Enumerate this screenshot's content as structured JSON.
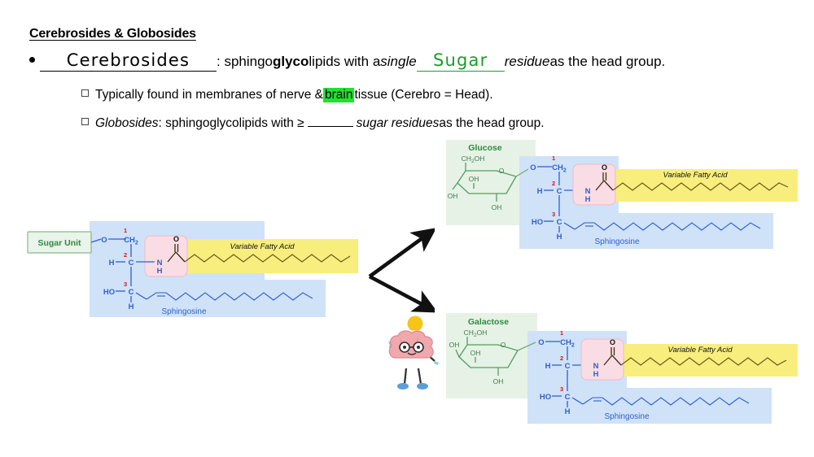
{
  "slide": {
    "title": "Cerebrosides & Globosides",
    "bullet": {
      "blank_answer": "Cerebrosides",
      "text_a": ": sphingo",
      "text_b_bold": "glyco",
      "text_c": "lipids with a ",
      "text_d_italic": "single",
      "blank_answer_2": "Sugar",
      "text_e_italic": "residue",
      "text_f": " as the head group."
    },
    "sub_points": [
      {
        "pre": "Typically found in membranes of nerve & ",
        "highlight": "brain",
        "post": " tissue (Cerebro = Head)."
      },
      {
        "term_italic": "Globosides",
        "mid": ": sphingoglycolipids with ≥ ",
        "blank": "",
        "tail_italic": "sugar residues",
        "tail": " as the head group."
      }
    ]
  },
  "colors": {
    "sugar_panel": "#e6f2e6",
    "sugar_border": "#9ccB9c",
    "sugar_text": "#2f8a3f",
    "backbone_panel": "#cfe2f7",
    "backbone_line": "#2f5fd0",
    "number_red": "#d01a1a",
    "fatty_acid_panel": "#f7ee7d",
    "fatty_acid_line": "#6b5a1e",
    "amide_panel": "#fadde4",
    "amide_border": "#f0b8c8",
    "sphingosine_text": "#2f5fd0",
    "highlight_green": "#22e032",
    "hand_green": "#1a9c2a",
    "arrow": "#111111"
  },
  "diagrams": {
    "left": {
      "name": "cerebroside-generic",
      "sugar_label": "Sugar Unit",
      "backbone": {
        "c1_label": "CH",
        "c1_sub": "2",
        "o_label": "O",
        "c_label": "C",
        "h_label": "H",
        "ho_label": "HO",
        "n_label": "N",
        "nh_label": "H",
        "carbonyl_o": "O",
        "numbers": [
          "1",
          "2",
          "3"
        ]
      },
      "fatty_acid_label": "Variable Fatty Acid",
      "sphingosine_label": "Sphingosine"
    },
    "top_right": {
      "name": "glucocerebroside",
      "sugar_label": "Glucose",
      "ring_labels": {
        "ch2oh": "CH",
        "ch2oh_sub": "2",
        "ch2oh_tail": "OH",
        "ring_o": "O",
        "oh_left": "OH",
        "oh_mid": "OH",
        "oh_bottom": "OH"
      },
      "fatty_acid_label": "Variable Fatty Acid",
      "sphingosine_label": "Sphingosine"
    },
    "bottom_right": {
      "name": "galactocerebroside",
      "sugar_label": "Galactose",
      "ring_labels": {
        "ch2oh": "CH",
        "ch2oh_sub": "2",
        "ch2oh_tail": "OH",
        "ring_o": "O",
        "oh_left": "OH",
        "oh_mid": "OH",
        "oh_bottom": "OH"
      },
      "fatty_acid_label": "Variable Fatty Acid",
      "sphingosine_label": "Sphingosine"
    }
  },
  "mascot": {
    "name": "brain-character-with-lightbulb"
  }
}
